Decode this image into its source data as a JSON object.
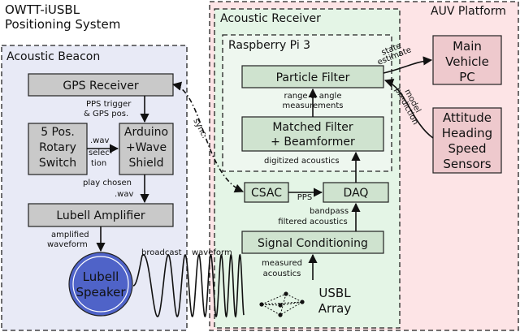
{
  "title": {
    "line1": "OWTT-iUSBL",
    "line2": "Positioning System"
  },
  "areas": {
    "beacon": "Acoustic Beacon",
    "auv": "AUV Platform",
    "receiver": "Acoustic Receiver",
    "rpi": "Raspberry Pi 3"
  },
  "boxes": {
    "gps": "GPS Receiver",
    "rotary": [
      "5 Pos.",
      "Rotary",
      "Switch"
    ],
    "arduino": [
      "Arduino",
      "+Wave",
      "Shield"
    ],
    "amplifier": "Lubell Amplifier",
    "speaker": [
      "Lubell",
      "Speaker"
    ],
    "particle": "Particle Filter",
    "matched": [
      "Matched Filter",
      "+ Beamformer"
    ],
    "csac": "CSAC",
    "daq": "DAQ",
    "signal": "Signal Conditioning",
    "usbl": [
      "USBL",
      "Array"
    ],
    "main_pc": [
      "Main",
      "Vehicle",
      "PC"
    ],
    "sensors": [
      "Attitude",
      "Heading",
      "Speed",
      "Sensors"
    ]
  },
  "labels": {
    "pps_trigger": [
      "PPS trigger",
      "& GPS pos."
    ],
    "wav_select": [
      ".wav",
      "selec-",
      "tion"
    ],
    "play_chosen": [
      "play chosen",
      ".wav"
    ],
    "amplified": [
      "amplified",
      "waveform"
    ],
    "broadcast": "broadcast",
    "waveform": "waveform",
    "sync": "sync.",
    "range_angle": [
      "range & angle",
      "measurements"
    ],
    "digitized": "digitized acoustics",
    "pps": "PPS",
    "bandpass": [
      "bandpass",
      "filtered acoustics"
    ],
    "measured": [
      "measured",
      "acoustics"
    ],
    "state_estimate": [
      "state",
      "estimate"
    ],
    "model_prediction": [
      "model",
      "prediction"
    ]
  },
  "colors": {
    "beacon_bg": "#e8eaf6",
    "auv_bg": "#fde4e6",
    "receiver_bg": "#e4f5e6",
    "rpi_bg": "#eef7ef",
    "gray_box": "#c9c9c9",
    "green_box": "#cfe3cf",
    "red_box": "#eec9cd",
    "speaker": "#4f63c8"
  }
}
